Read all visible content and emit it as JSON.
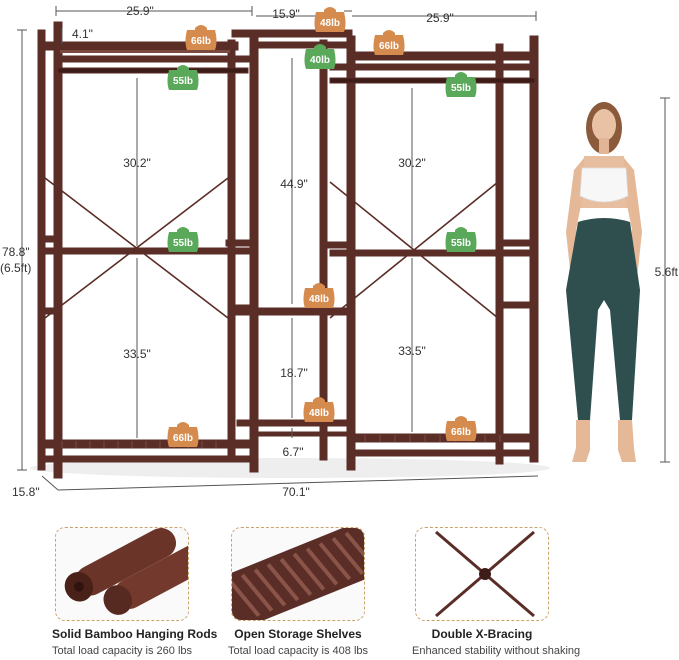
{
  "colors": {
    "wood": "#5a2d27",
    "wood_dark": "#3e1c17",
    "weight_orange": "#d58a4e",
    "weight_green": "#5aa85a",
    "dim_line": "#555555",
    "frame_dashed": "#c9a46a"
  },
  "dimensions": {
    "top_left_width": "25.9\"",
    "top_mid_width": "15.9\"",
    "top_right_width": "25.9\"",
    "top_gap": "4.1\"",
    "left_upper_height": "30.2\"",
    "left_lower_height": "33.5\"",
    "mid_upper_height": "44.9\"",
    "mid_lower_height": "18.7\"",
    "mid_bottom_height": "6.7\"",
    "right_upper_height": "30.2\"",
    "right_lower_height": "33.5\"",
    "total_height": "78.8\"",
    "total_height_ft": "(6.5ft)",
    "depth": "15.8\"",
    "total_width": "70.1\"",
    "person_height": "5.6ft"
  },
  "weights": {
    "top_left_shelf": "66lb",
    "top_mid_shelf": "48lb",
    "top_right_shelf": "66lb",
    "mid_top_rod": "40lb",
    "left_upper_rod": "55lb",
    "right_upper_rod": "55lb",
    "left_lower_rod": "55lb",
    "right_lower_rod": "55lb",
    "mid_shelf_upper": "48lb",
    "mid_shelf_lower": "48lb",
    "left_bottom_shelf": "66lb",
    "right_bottom_shelf": "66lb"
  },
  "features": [
    {
      "title": "Solid Bamboo Hanging Rods",
      "subtitle": "Total load capacity is 260 lbs",
      "icon": "hanging-rod-icon"
    },
    {
      "title": "Open Storage Shelves",
      "subtitle": "Total load capacity is 408 lbs",
      "icon": "slatted-shelf-icon"
    },
    {
      "title": "Double X-Bracing",
      "subtitle": "Enhanced stability without shaking",
      "icon": "x-bracing-icon"
    }
  ]
}
